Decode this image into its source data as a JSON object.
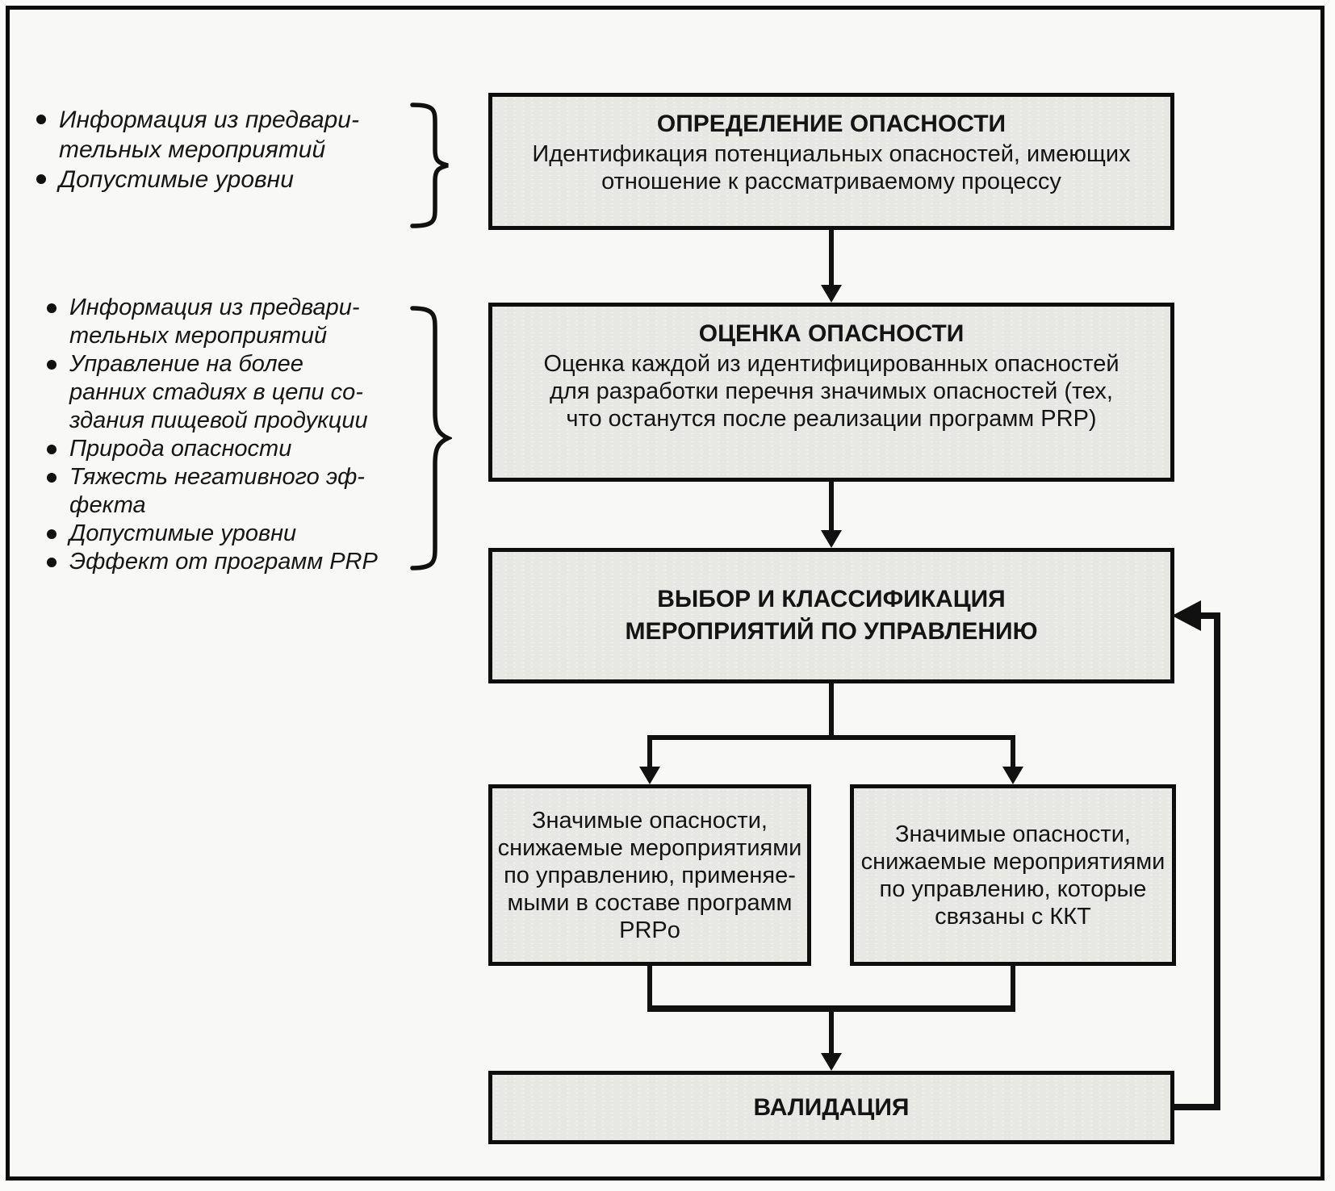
{
  "figure": {
    "kind": "flowchart",
    "language": "ru",
    "topic": "Hazard analysis / control measure selection flow (HACCP, ISO 22000)"
  },
  "flow": {
    "box1": {
      "title": "ОПРЕДЕЛЕНИЕ ОПАСНОСТИ",
      "body": "Идентификация потенциальных опасностей, имеющих\nотношение к рассматриваемому процессу"
    },
    "box2": {
      "title": "ОЦЕНКА ОПАСНОСТИ",
      "body": "Оценка каждой из идентифицированных опасностей\nдля разработки перечня значимых опасностей (тех,\nчто останутся после реализации программ PRP)"
    },
    "box3": {
      "title": "ВЫБОР И КЛАССИФИКАЦИЯ\nМЕРОПРИЯТИЙ ПО УПРАВЛЕНИЮ"
    },
    "branch_left": {
      "body": "Значимые опасности,\nснижаемые мероприятиями\nпо управлению, применяе-\nмыми в составе программ\nPRPo"
    },
    "branch_right": {
      "body": "Значимые опасности,\nснижаемые мероприятиями\nпо управлению, которые\nсвязаны с ККТ"
    },
    "validation": {
      "title": "ВАЛИДАЦИЯ"
    }
  },
  "left_notes": {
    "group1": {
      "items": [
        "Информация из предвари-\nтельных мероприятий",
        "Допустимые уровни"
      ]
    },
    "group2": {
      "items": [
        "Информация из предвари-\nтельных мероприятий",
        "Управление на более\nранних стадиях в цепи со-\nздания пищевой продукции",
        "Природа опасности",
        "Тяжесть негативного эф-\nфекта",
        "Допустимые уровни",
        "Эффект от программ PRP"
      ]
    }
  },
  "colors": {
    "box_fill": "#e7e8e4",
    "line": "#111111",
    "frame_border": "#0d0d0d",
    "background": "#f8f8f6",
    "text": "#141414"
  }
}
